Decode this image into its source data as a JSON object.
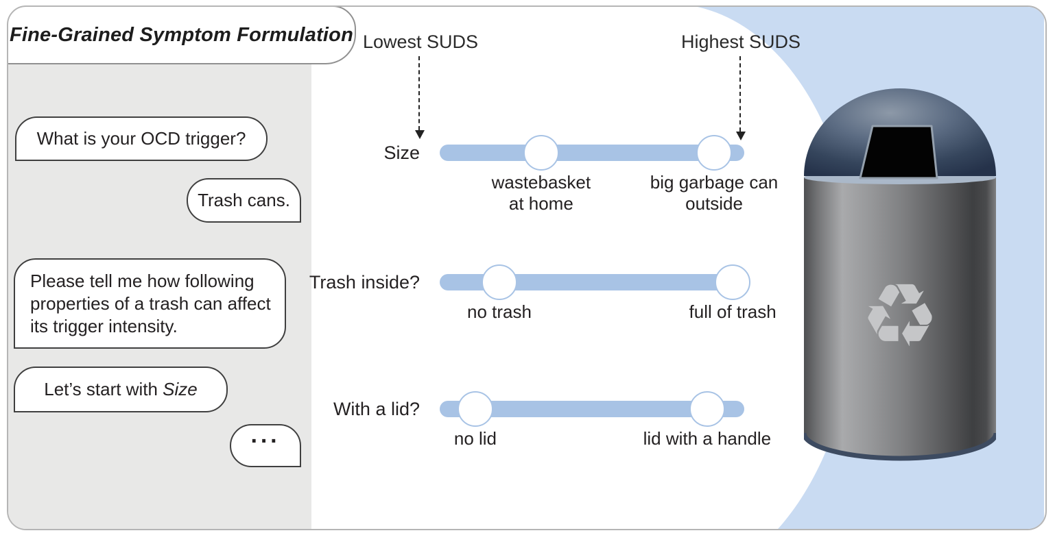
{
  "title": "Fine-Grained Symptom Formulation",
  "chat": {
    "messages": [
      {
        "side": "left",
        "text": "What is your OCD trigger?"
      },
      {
        "side": "right",
        "text": "Trash cans."
      },
      {
        "side": "left",
        "text": "Please tell me how following\nproperties of a trash can affect\nits trigger intensity."
      },
      {
        "side": "left",
        "prefix": "Let’s start with ",
        "emphasis": "Size"
      },
      {
        "side": "right",
        "text": "···"
      }
    ]
  },
  "suds": {
    "lowest_label": "Lowest SUDS",
    "highest_label": "Highest SUDS"
  },
  "sliders": [
    {
      "name": "Size",
      "low_label": "wastebasket\nat home",
      "high_label": "big garbage can\noutside",
      "knob1_left": "33.3%",
      "knob2_left": "90.1%"
    },
    {
      "name": "Trash inside?",
      "low_label": "no trash",
      "high_label": "full of trash",
      "knob1_left": "19.6%",
      "knob2_left": "96.2%"
    },
    {
      "name": "With a lid?",
      "low_label": "no lid",
      "high_label": "lid with a handle",
      "knob1_left": "11.7%",
      "knob2_left": "87.8%"
    }
  ],
  "illustration": {
    "recycle_symbol": "♻"
  },
  "colors": {
    "slider_blue": "#a8c3e5",
    "panel_blue": "#c9dbf2",
    "chat_panel_gray": "#e8e8e7",
    "bubble_border": "#3f3f3f",
    "card_border": "#b5b5b5",
    "can_dome_dark": "#2e3b4f",
    "can_body_gray": "#7e7f81",
    "can_bottom_rim": "#3d4b61",
    "recycle_gray": "#c5c6c8",
    "text": "#242122"
  }
}
